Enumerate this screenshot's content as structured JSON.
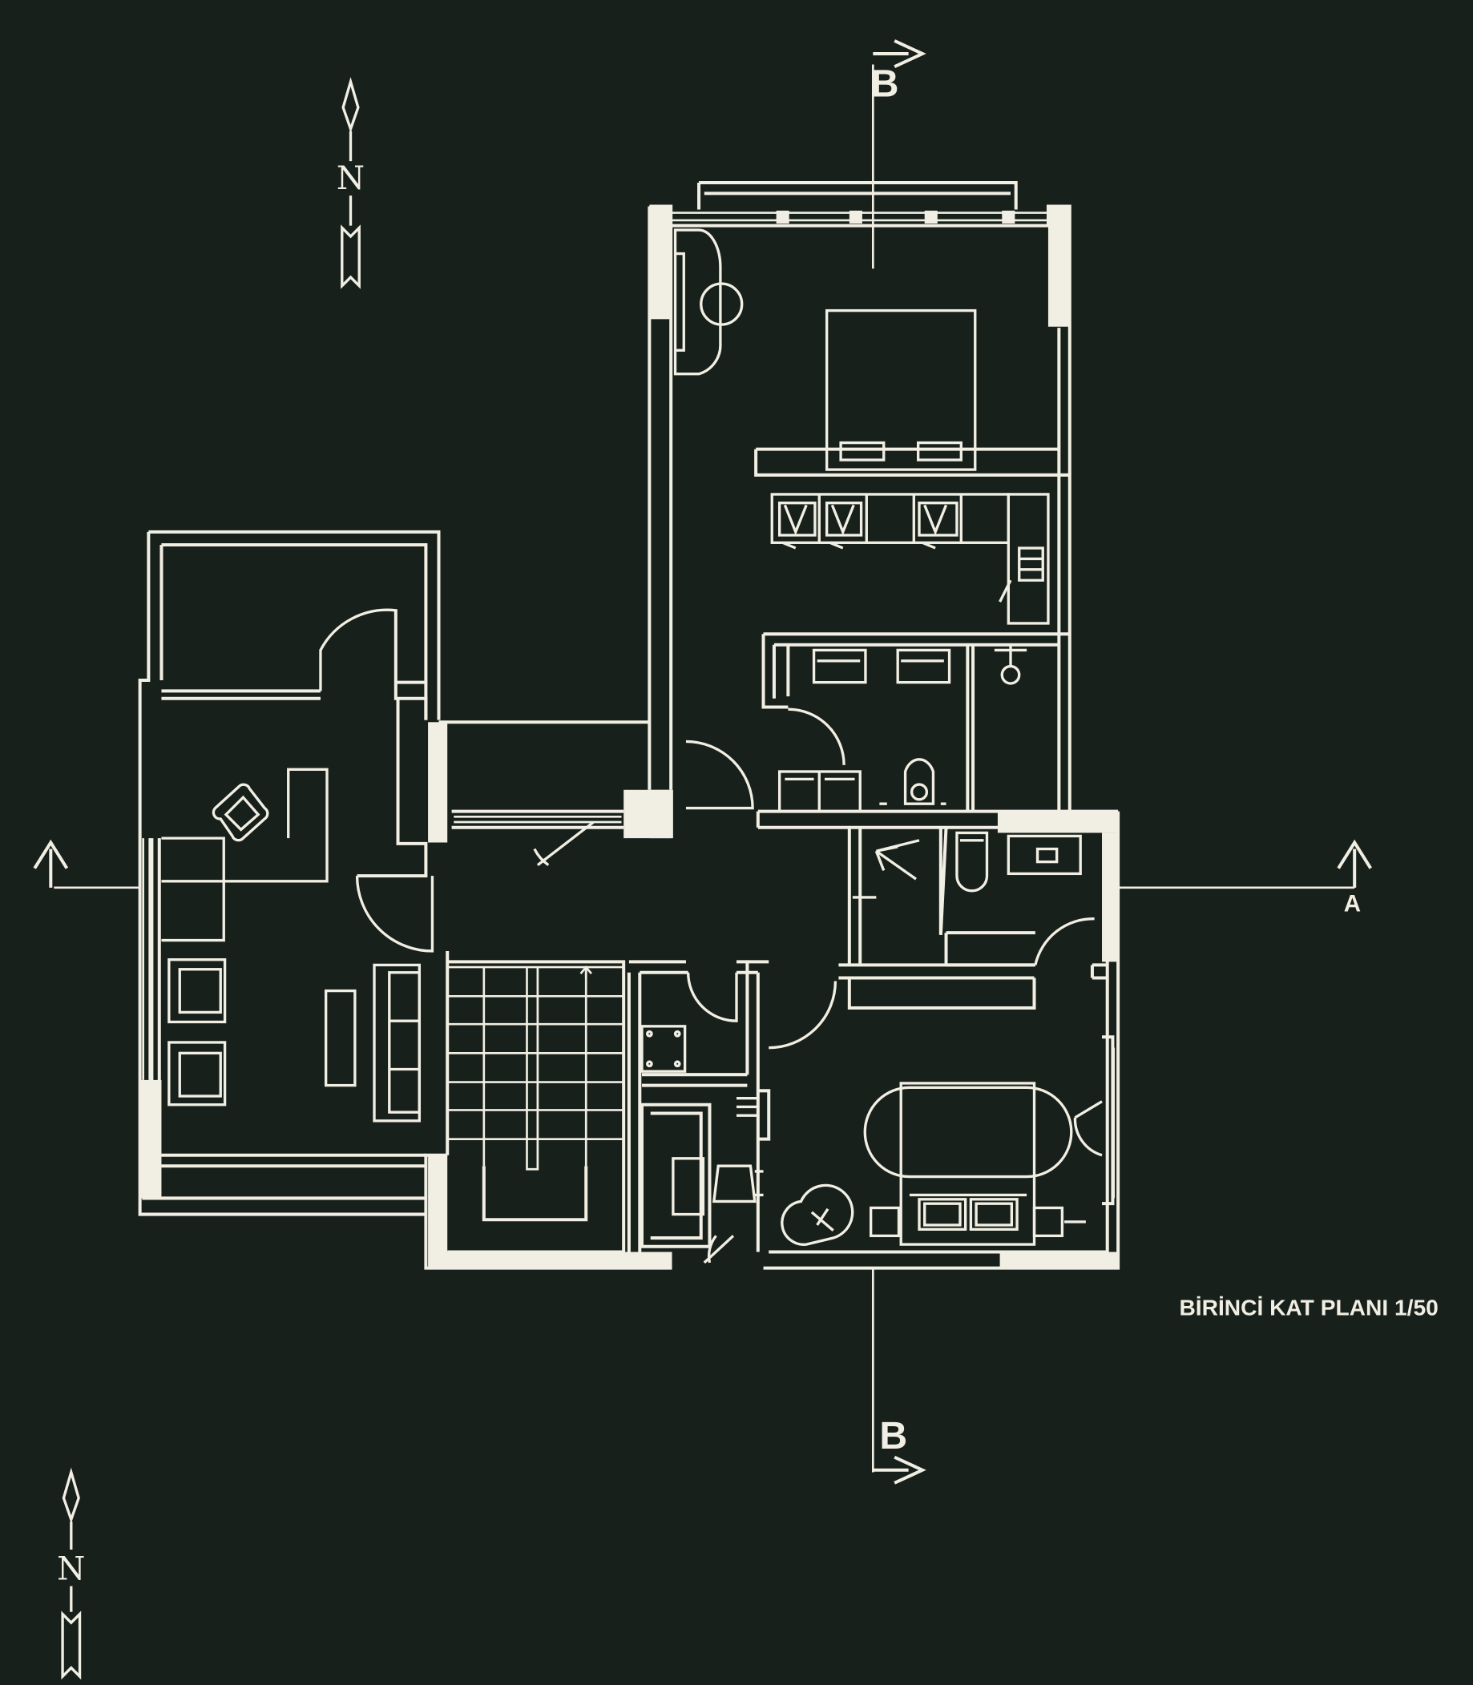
{
  "drawing": {
    "title": "BİRİNCİ KAT PLANI 1/50",
    "colors": {
      "background": "#17201a",
      "line": "#f1eee3"
    },
    "north_arrows": [
      {
        "id": "north-top",
        "letter": "N"
      },
      {
        "id": "north-bottom",
        "letter": "N"
      }
    ],
    "section_marks": {
      "b_top": "B",
      "b_bottom": "B",
      "a_right": "A"
    }
  }
}
